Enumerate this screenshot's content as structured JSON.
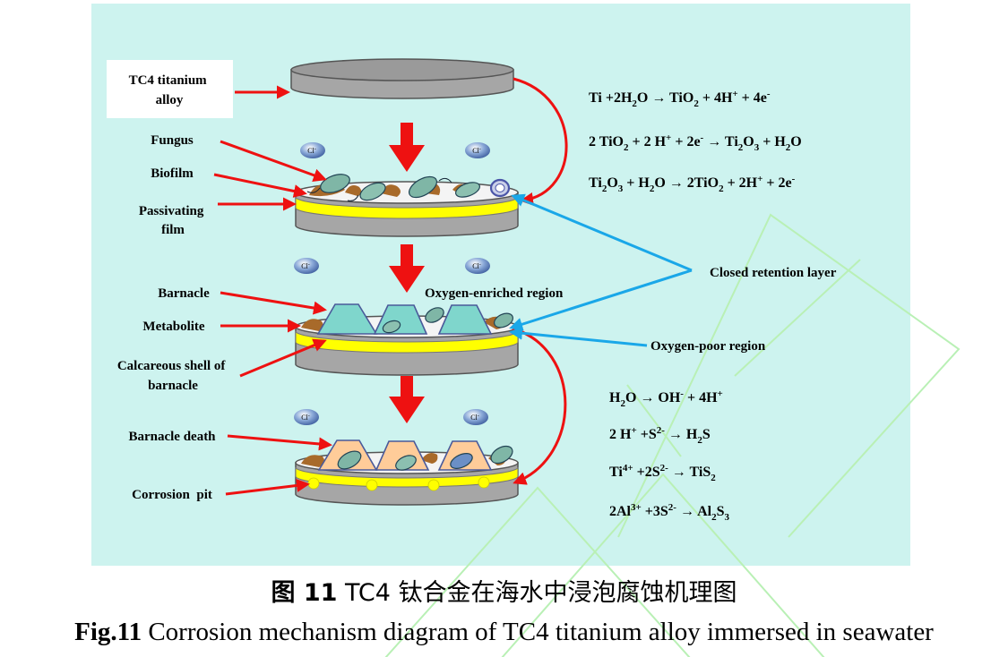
{
  "labels": {
    "alloy": [
      "TC4 titanium",
      "alloy"
    ],
    "fungus": "Fungus",
    "biofilm": "Biofilm",
    "passivating": [
      "Passivating",
      "film"
    ],
    "barnacle": "Barnacle",
    "metabolite": "Metabolite",
    "calcareous": [
      "Calcareous shell of",
      "barnacle"
    ],
    "barnacle_death": "Barnacle death",
    "corrosion_pit": "Corrosion  pit",
    "oxygen_enriched": "Oxygen-enriched region",
    "closed_retention": "Closed retention layer",
    "oxygen_poor": "Oxygen-poor region",
    "chloride": "Cl"
  },
  "equations_top": [
    [
      [
        "Ti +2H",
        "n"
      ],
      [
        "2",
        "sub"
      ],
      [
        "O → TiO",
        "n"
      ],
      [
        "2",
        "sub"
      ],
      [
        " + 4H",
        "n"
      ],
      [
        "+",
        "sup"
      ],
      [
        " + 4e",
        "n"
      ],
      [
        "-",
        "sup"
      ]
    ],
    [
      [
        "2 TiO",
        "n"
      ],
      [
        "2",
        "sub"
      ],
      [
        " + 2 H",
        "n"
      ],
      [
        "+",
        "sup"
      ],
      [
        " + 2e",
        "n"
      ],
      [
        "-",
        "sup"
      ],
      [
        " → Ti",
        "n"
      ],
      [
        "2",
        "sub"
      ],
      [
        "O",
        "n"
      ],
      [
        "3",
        "sub"
      ],
      [
        " + H",
        "n"
      ],
      [
        "2",
        "sub"
      ],
      [
        "O",
        "n"
      ]
    ],
    [
      [
        "Ti",
        "n"
      ],
      [
        "2",
        "sub"
      ],
      [
        "O",
        "n"
      ],
      [
        "3",
        "sub"
      ],
      [
        " + H",
        "n"
      ],
      [
        "2",
        "sub"
      ],
      [
        "O → 2TiO",
        "n"
      ],
      [
        "2",
        "sub"
      ],
      [
        " + 2H",
        "n"
      ],
      [
        "+",
        "sup"
      ],
      [
        " + 2e",
        "n"
      ],
      [
        "-",
        "sup"
      ]
    ]
  ],
  "equations_bottom": [
    [
      [
        "H",
        "n"
      ],
      [
        "2",
        "sub"
      ],
      [
        "O → OH",
        "n"
      ],
      [
        "-",
        "sup"
      ],
      [
        " + 4H",
        "n"
      ],
      [
        "+",
        "sup"
      ]
    ],
    [
      [
        "2 H",
        "n"
      ],
      [
        "+",
        "sup"
      ],
      [
        " +S",
        "n"
      ],
      [
        "2-",
        "sup"
      ],
      [
        " → H",
        "n"
      ],
      [
        "2",
        "sub"
      ],
      [
        "S",
        "n"
      ]
    ],
    [
      [
        "Ti",
        "n"
      ],
      [
        "4+",
        "sup"
      ],
      [
        " +2S",
        "n"
      ],
      [
        "2-",
        "sup"
      ],
      [
        " → TiS",
        "n"
      ],
      [
        "2",
        "sub"
      ]
    ],
    [
      [
        "2Al",
        "n"
      ],
      [
        "3+",
        "sup"
      ],
      [
        " +3S",
        "n"
      ],
      [
        "2-",
        "sup"
      ],
      [
        " → Al",
        "n"
      ],
      [
        "2",
        "sub"
      ],
      [
        "S",
        "n"
      ],
      [
        "3",
        "sub"
      ]
    ]
  ],
  "caption": {
    "cn_label": "图 11",
    "cn_text": " TC4 钛合金在海水中浸泡腐蚀机理图",
    "en_label": "Fig.11",
    "en_text": " Corrosion mechanism diagram of TC4 titanium alloy immersed in seawater"
  },
  "colors": {
    "panel": "#cdf3ef",
    "disk": "#a6a6a6",
    "disk_rim": "#555555",
    "passivating": "#ffff00",
    "arrow_red": "#ee1111",
    "arrow_blue": "#1aa7e8",
    "barnacle_live": "#7fd6cc",
    "barnacle_dead": "#ffcc99",
    "biomass": "#a86a2a"
  }
}
